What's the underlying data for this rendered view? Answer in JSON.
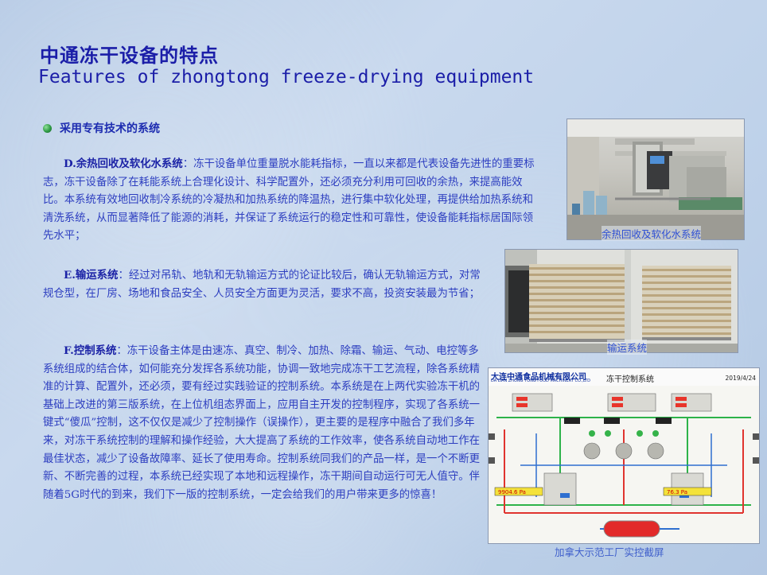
{
  "title": {
    "cn": "中通冻干设备的特点",
    "en": "Features of zhongtong freeze-drying equipment"
  },
  "bullet": "采用专有技术的系统",
  "sections": {
    "d": {
      "lead": "D.余热回收及软化水系统",
      "sep": "：",
      "body": "冻干设备单位重量脱水能耗指标，一直以来都是代表设备先进性的重要标志，冻干设备除了在耗能系统上合理化设计、科学配置外，还必须充分利用可回收的余热，来提高能效比。本系统有效地回收制冷系统的冷凝热和加热系统的降温热，进行集中软化处理，再提供给加热系统和清洗系统，从而显著降低了能源的消耗，并保证了系统运行的稳定性和可靠性，使设备能耗指标居国际领先水平；"
    },
    "e": {
      "lead": "E.输运系统",
      "sep": "：",
      "body": "经过对吊轨、地轨和无轨输运方式的论证比较后，确认无轨输运方式，对常规仓型，在厂房、场地和食品安全、人员安全方面更为灵活，要求不高，投资安装最为节省；"
    },
    "f": {
      "lead": "F.控制系统",
      "sep": "：",
      "body": "冻干设备主体是由速冻、真空、制冷、加热、除霜、输运、气动、电控等多系统组成的结合体，如何能充分发挥各系统功能，协调一致地完成冻干工艺流程，除各系统精准的计算、配置外，还必须，要有经过实践验证的控制系统。本系统是在上两代实验冻干机的基础上改进的第三版系统，在上位机组态界面上，应用自主开发的控制程序，实现了各系统一键式“傻瓜”控制，这不仅仅是减少了控制操作（误操作），更主要的是程序中融合了我们多年来，对冻干系统控制的理解和操作经验，大大提高了系统的工作效率，使各系统自动地工作在最佳状态，减少了设备故障率、延长了使用寿命。控制系统同我们的产品一样，是一个不断更新、不断完善的过程，本系统已经实现了本地和远程操作，冻干期间自动运行可无人值守。伴随着5G时代的到来，我们下一版的控制系统，一定会给我们的用户带来更多的惊喜！"
    }
  },
  "captions": {
    "heat": "余热回收及软化水系统",
    "transport": "输运系统",
    "control": "加拿大示范工厂实控截屏"
  },
  "scada": {
    "company": "大连中通食品机械有限公司",
    "company_en": "DA LIAN ZHONG TONG FOOD MACHINERY CO.,LTD",
    "title": "冻干控制系统",
    "date": "2019/4/24",
    "p1": "9904.6 Pa",
    "p2": "76.3 Pa"
  },
  "colors": {
    "title": "#1b1ea8",
    "body": "#2d3ec0",
    "caption": "#2f50d4",
    "bullet": "#2f9a44"
  }
}
